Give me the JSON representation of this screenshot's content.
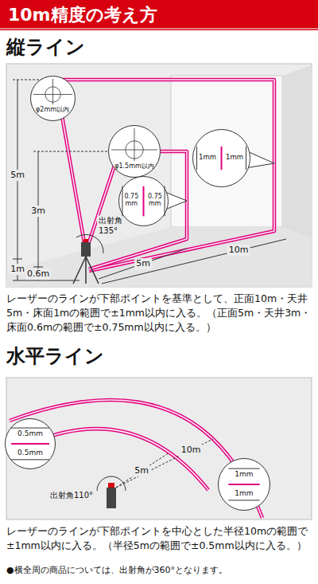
{
  "diagram": {
    "title": "10m精度の考え方",
    "nodes": [
      {
        "text": [
          "φ2mm以内"
        ]
      },
      {
        "text": [
          "φ1.5mm以内"
        ]
      },
      {
        "text": [
          "0.75 mm",
          "0.75 mm"
        ]
      },
      {
        "text": [
          "1mm",
          "1mm"
        ]
      },
      {
        "text": [
          "0.5mm",
          "0.5mm"
        ]
      },
      {
        "text": [
          "1mm",
          "1mm"
        ]
      }
    ],
    "labels": [
      "縦ライン",
      "5m",
      "3m",
      "1m",
      "0.6m",
      "出射角 135°",
      "5m",
      "10m",
      "レーザーのラインが下部ポイントを基準として、正面10m・天井5m・床面1mの範囲で±1mm以内に入る。（正面5m・天井3m・床面0.6mの範囲で±0.75mm以内に入る。）",
      "水平ライン",
      "出射角110°",
      "5m",
      "10m",
      "レーザーのラインが下部ポイントを中心とした半径10mの範囲で±1mm以内に入る。（半径5mの範囲で±0.5mm以内に入る。）",
      "●横全周の商品については、出射角が360°となります。"
    ]
  }
}
